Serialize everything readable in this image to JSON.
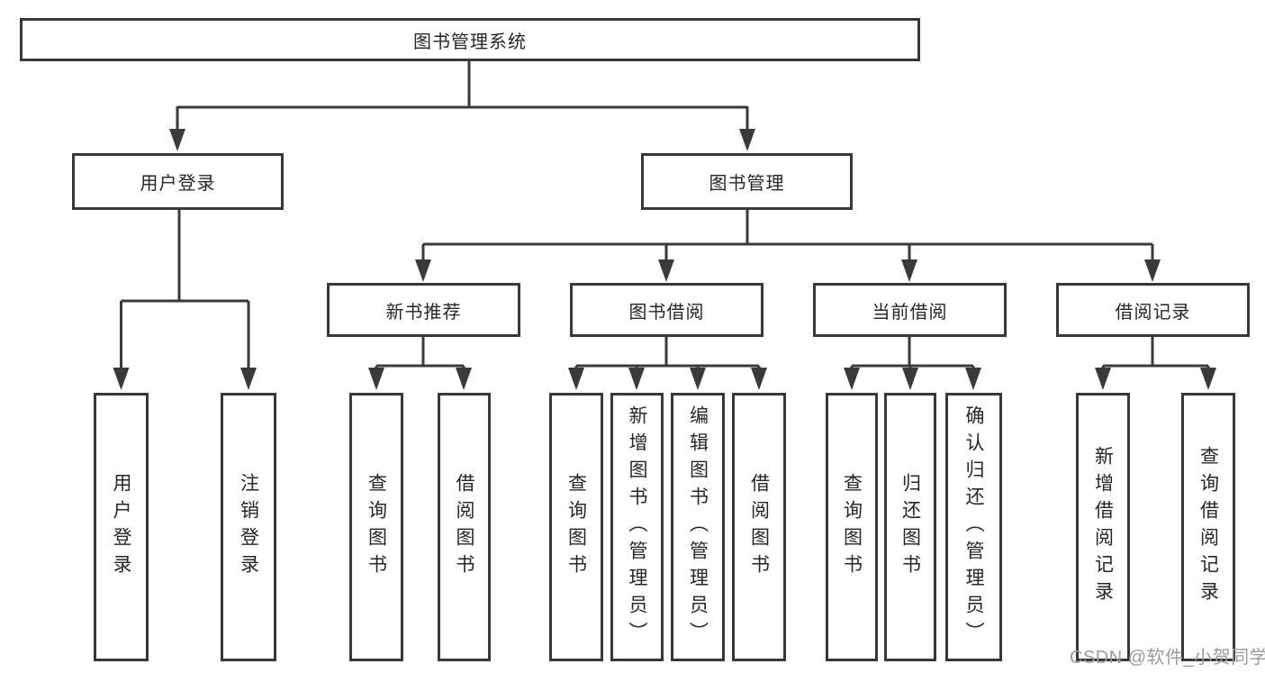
{
  "diagram": {
    "root": {
      "label": "图书管理系统"
    },
    "user_login": {
      "label": "用户登录",
      "children": [
        "用户登录",
        "注销登录"
      ]
    },
    "book_management": {
      "label": "图书管理",
      "sections": {
        "new_books": {
          "label": "新书推荐",
          "children": [
            "查询图书",
            "借阅图书"
          ]
        },
        "borrowing": {
          "label": "图书借阅",
          "children": [
            "查询图书",
            "新增图书（管理员）",
            "编辑图书（管理员）",
            "借阅图书"
          ]
        },
        "current": {
          "label": "当前借阅",
          "children": [
            "查询图书",
            "归还图书",
            "确认归还（管理员）"
          ]
        },
        "records": {
          "label": "借阅记录",
          "children": [
            "新增借阅记录",
            "查询借阅记录"
          ]
        }
      }
    }
  },
  "watermark": "CSDN @软件_小贺同学",
  "colors": {
    "line": "#3a3a3a",
    "text": "#262626",
    "watermark": "#9b9b9b"
  }
}
